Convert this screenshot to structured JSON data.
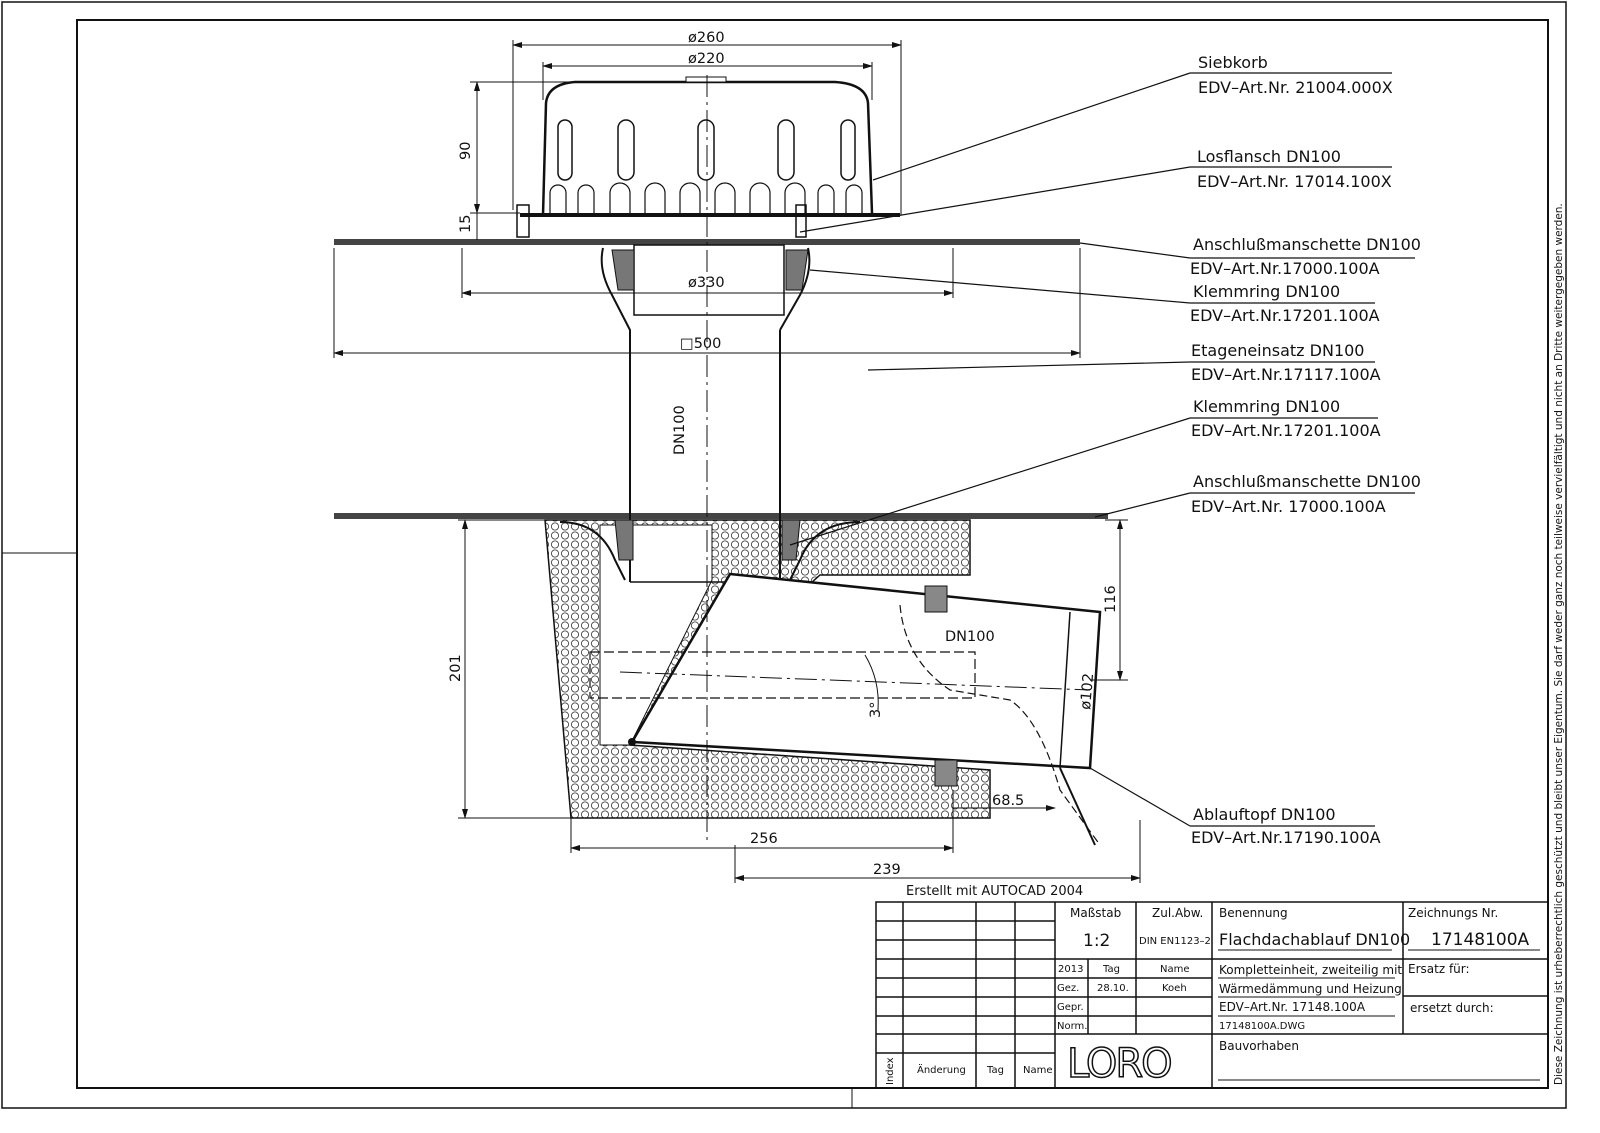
{
  "notice": "Diese Zeichnung ist urheberrechtlich geschützt und bleibt unser Eigentum. Sie darf weder ganz noch teilweise vervielfältigt und nicht an Dritte weitergegeben werden.",
  "created_with": "Erstellt mit AUTOCAD 2004",
  "parts": [
    {
      "name": "Siebkorb",
      "art": "EDV–Art.Nr.  21004.000X"
    },
    {
      "name": "Losflansch  DN100",
      "art": "EDV–Art.Nr.  17014.100X"
    },
    {
      "name": "Anschlußmanschette  DN100",
      "art": "EDV–Art.Nr.17000.100A"
    },
    {
      "name": "Klemmring  DN100",
      "art": "EDV–Art.Nr.17201.100A"
    },
    {
      "name": "Etageneinsatz  DN100",
      "art": "EDV–Art.Nr.17117.100A"
    },
    {
      "name": "Klemmring  DN100",
      "art": "EDV–Art.Nr.17201.100A"
    },
    {
      "name": "Anschlußmanschette  DN100",
      "art": "EDV–Art.Nr.  17000.100A"
    },
    {
      "name": "Ablauftopf  DN100",
      "art": "EDV–Art.Nr.17190.100A"
    }
  ],
  "dimensions": {
    "d260": "ø260",
    "d220": "ø220",
    "h90": "90",
    "h15": "15",
    "d330": "ø330",
    "sq500": "□500",
    "dn100_v": "DN100",
    "dn100_h": "DN100",
    "h201": "201",
    "h116": "116",
    "d102": "ø102",
    "angle": "3°",
    "w68": "68.5",
    "w256": "256",
    "w239": "239"
  },
  "title_block": {
    "scale_label": "Maßstab",
    "scale": "1:2",
    "tol_label": "Zul.Abw.",
    "tol": "DIN EN1123–2",
    "name_label": "Benennung",
    "name": "Flachdachablauf DN100",
    "drawing_no_label": "Zeichnungs Nr.",
    "drawing_no": "17148100A",
    "year": "2013",
    "day_label": "Tag",
    "name_col": "Name",
    "drawn_label": "Gez.",
    "drawn_date": "28.10.",
    "drawn_by": "Koeh",
    "checked_label": "Gepr.",
    "norm_label": "Norm.",
    "desc1": "Kompletteinheit, zweiteilig mit",
    "desc2": "Wärmedämmung und Heizung",
    "art": "EDV–Art.Nr. 17148.100A",
    "file": "17148100A.DWG",
    "replaces_label": "Ersatz für:",
    "replaced_by_label": "ersetzt durch:",
    "project_label": "Bauvorhaben",
    "logo": "LORO",
    "rev_index": "Index",
    "rev_change": "Änderung",
    "rev_day": "Tag",
    "rev_name": "Name"
  }
}
